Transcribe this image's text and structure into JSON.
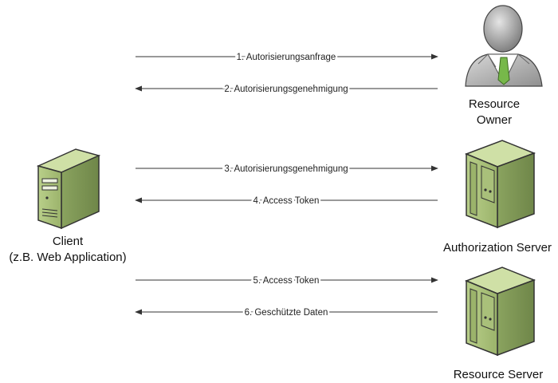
{
  "actors": {
    "client": {
      "label_line1": "Client",
      "label_line2": "(z.B. Web Application)"
    },
    "resource_owner": {
      "label_line1": "Resource",
      "label_line2": "Owner"
    },
    "authorization_server": {
      "label": "Authorization Server"
    },
    "resource_server": {
      "label": "Resource Server"
    }
  },
  "messages": [
    {
      "step": 1,
      "label": "1. Autorisierungsanfrage",
      "direction": "right"
    },
    {
      "step": 2,
      "label": "2. Autorisierungsgenehmigung",
      "direction": "left"
    },
    {
      "step": 3,
      "label": "3. Autorisierungsgenehmigung",
      "direction": "right"
    },
    {
      "step": 4,
      "label": "4. Access Token",
      "direction": "left"
    },
    {
      "step": 5,
      "label": "5. Access Token",
      "direction": "right"
    },
    {
      "step": 6,
      "label": "6. Geschützte Daten",
      "direction": "left"
    }
  ],
  "colors": {
    "server_body": "#a9c07a",
    "server_dark": "#7f9655",
    "arrow": "#333333",
    "person_gray": "#8a8a8a",
    "tie": "#77b84a"
  }
}
